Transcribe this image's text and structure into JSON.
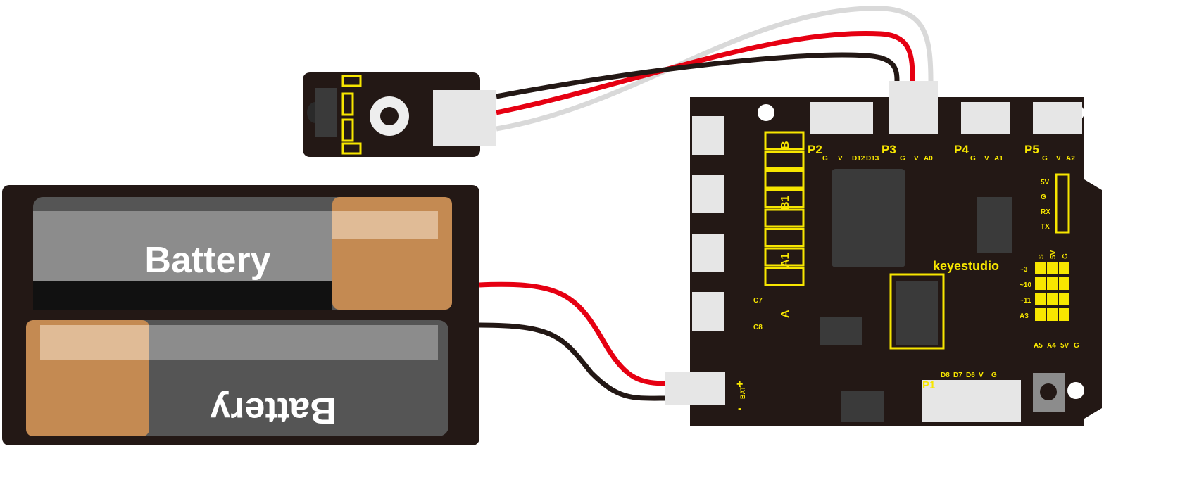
{
  "battery": {
    "label_top": "Battery",
    "label_bottom": "Battery"
  },
  "board": {
    "brand": "keyestudio",
    "ports": [
      {
        "name": "P2",
        "pins": [
          "G",
          "V",
          "D12",
          "D13"
        ]
      },
      {
        "name": "P3",
        "pins": [
          "G",
          "V",
          "A0"
        ]
      },
      {
        "name": "P4",
        "pins": [
          "G",
          "V",
          "A1"
        ]
      },
      {
        "name": "P5",
        "pins": [
          "G",
          "V",
          "A2"
        ]
      }
    ],
    "motor_labels": [
      "B",
      "B1",
      "A1",
      "A"
    ],
    "caps": [
      "C7",
      "C8"
    ],
    "serial": [
      "5V",
      "G",
      "RX",
      "TX"
    ],
    "header_rows": [
      "~3",
      "~10",
      "~11",
      "A3"
    ],
    "header_top": [
      "S",
      "5V",
      "G"
    ],
    "header_bottom": [
      "A5",
      "A4",
      "5V",
      "G"
    ],
    "p1": {
      "name": "P1",
      "pins": [
        "D8",
        "D7",
        "D6",
        "V",
        "G"
      ]
    },
    "bat": {
      "label": "BAT",
      "plus": "+",
      "minus": "-"
    }
  },
  "colors": {
    "wire_red": "#e60012",
    "wire_black": "#231815",
    "wire_white": "#d9d9d9",
    "silk": "#f7e600",
    "pcb": "#231815"
  }
}
